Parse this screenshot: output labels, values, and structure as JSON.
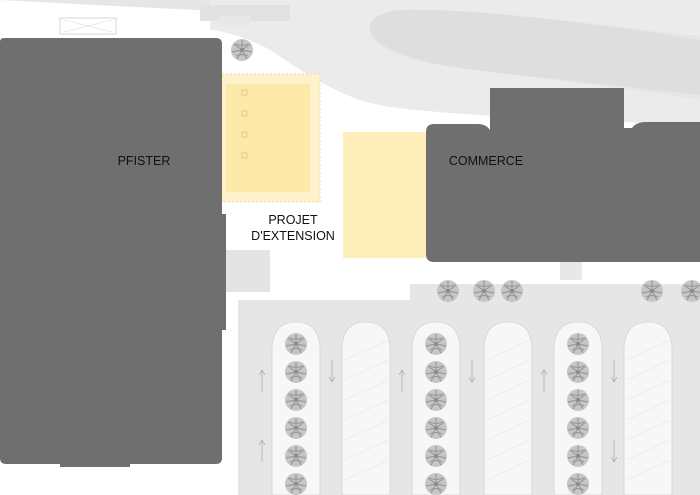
{
  "labels": {
    "pfister": "PFISTER",
    "commerce": "COMMERCE",
    "project_line1": "PROJET",
    "project_line2": "D'EXTENSION"
  },
  "colors": {
    "building": "#6f6f6f",
    "extension": "#fdeeba",
    "extension_outline": "#f3d98e",
    "ground": "#ebebeb",
    "ground_dark": "#dcdcdc",
    "parking_island": "#f7f7f7",
    "tree": "#b8b8b8",
    "background": "#ffffff"
  },
  "icons": [
    "tree-icon",
    "parking-arrow-icon"
  ]
}
